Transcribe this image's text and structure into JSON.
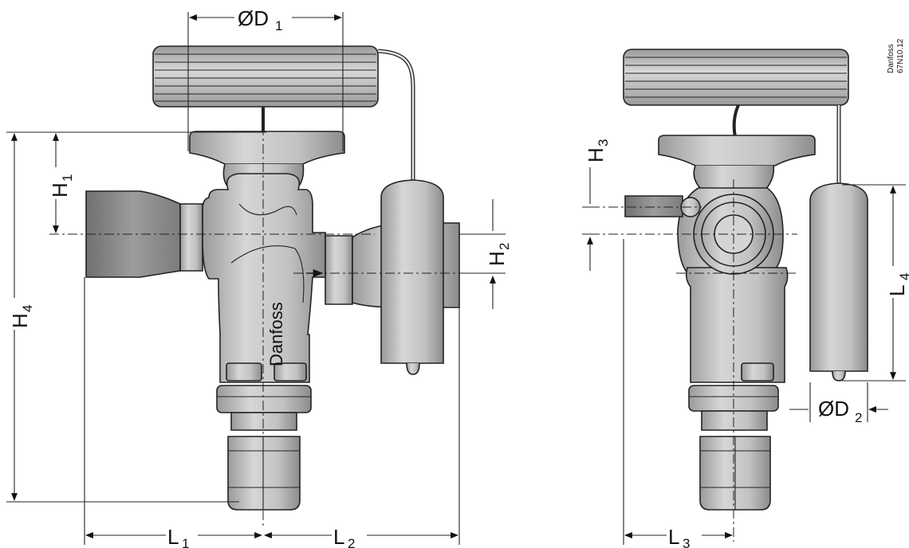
{
  "labels": {
    "d1": {
      "main": "ØD",
      "sub": "1"
    },
    "d2": {
      "main": "ØD",
      "sub": "2"
    },
    "h1": {
      "main": "H",
      "sub": "1"
    },
    "h2": {
      "main": "H",
      "sub": "2"
    },
    "h3": {
      "main": "H",
      "sub": "3"
    },
    "h4": {
      "main": "H",
      "sub": "4"
    },
    "l1": {
      "main": "L",
      "sub": "1"
    },
    "l2": {
      "main": "L",
      "sub": "2"
    },
    "l3": {
      "main": "L",
      "sub": "3"
    },
    "l4": {
      "main": "L",
      "sub": "4"
    }
  },
  "body_text": "Danfoss",
  "credit": {
    "line1": "Danfoss",
    "line2": "67N10.12"
  },
  "colors": {
    "metal": "#c9c9c9",
    "metal_dark": "#8a8a8a",
    "metal_light": "#e3e3e3",
    "line": "#222222"
  }
}
